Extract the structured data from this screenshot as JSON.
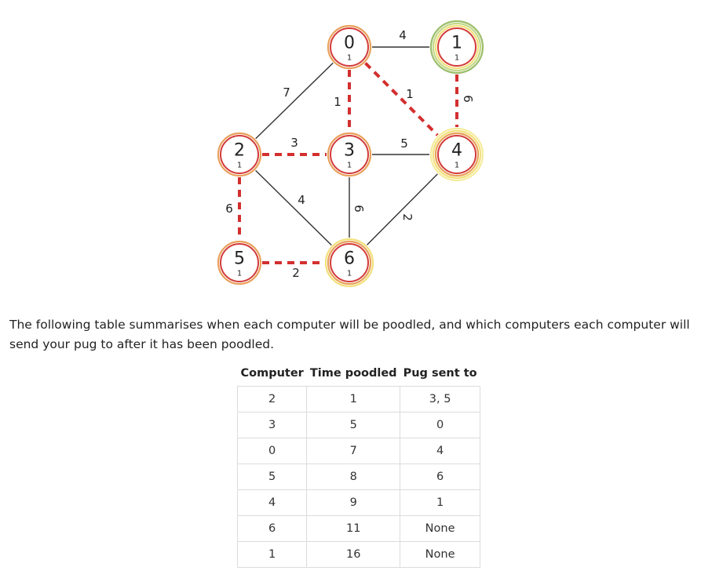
{
  "graph": {
    "nodes": [
      {
        "id": "0",
        "sub": "1",
        "rings": [
          "#d33a3a",
          "#e8a05a"
        ]
      },
      {
        "id": "1",
        "sub": "1",
        "rings": [
          "#d33a3a",
          "#f2e07c",
          "#c3d98a",
          "#9cbe6b"
        ]
      },
      {
        "id": "2",
        "sub": "1",
        "rings": [
          "#d33a3a",
          "#e8a05a"
        ]
      },
      {
        "id": "3",
        "sub": "1",
        "rings": [
          "#d33a3a",
          "#e8a05a"
        ]
      },
      {
        "id": "4",
        "sub": "1",
        "rings": [
          "#d33a3a",
          "#e8a05a",
          "#f2e07c",
          "#f5ec9e"
        ]
      },
      {
        "id": "5",
        "sub": "1",
        "rings": [
          "#d33a3a",
          "#e8a05a"
        ]
      },
      {
        "id": "6",
        "sub": "1",
        "rings": [
          "#d33a3a",
          "#e8a05a",
          "#f2e07c"
        ]
      }
    ],
    "edges": [
      {
        "from": "0",
        "to": "1",
        "weight": "4",
        "highlighted": false
      },
      {
        "from": "0",
        "to": "2",
        "weight": "7",
        "highlighted": false
      },
      {
        "from": "0",
        "to": "3",
        "weight": "1",
        "highlighted": true
      },
      {
        "from": "0",
        "to": "4",
        "weight": "1",
        "highlighted": true
      },
      {
        "from": "1",
        "to": "4",
        "weight": "6",
        "highlighted": true
      },
      {
        "from": "2",
        "to": "3",
        "weight": "3",
        "highlighted": true
      },
      {
        "from": "2",
        "to": "5",
        "weight": "6",
        "highlighted": true
      },
      {
        "from": "2",
        "to": "6",
        "weight": "4",
        "highlighted": false
      },
      {
        "from": "3",
        "to": "4",
        "weight": "5",
        "highlighted": false
      },
      {
        "from": "3",
        "to": "6",
        "weight": "6",
        "highlighted": false
      },
      {
        "from": "4",
        "to": "6",
        "weight": "2",
        "highlighted": false
      },
      {
        "from": "5",
        "to": "6",
        "weight": "2",
        "highlighted": true
      }
    ],
    "colors": {
      "normal_edge": "#333333",
      "highlight_edge": "#d32f2f",
      "node_fill": "#ffffff",
      "text": "#222222"
    }
  },
  "description": "The following table summarises when each computer will be poodled, and which computers each computer will send your pug to after it has been poodled.",
  "table": {
    "headers": [
      "Computer",
      "Time poodled",
      "Pug sent to"
    ],
    "rows": [
      [
        "2",
        "1",
        "3, 5"
      ],
      [
        "3",
        "5",
        "0"
      ],
      [
        "0",
        "7",
        "4"
      ],
      [
        "5",
        "8",
        "6"
      ],
      [
        "4",
        "9",
        "1"
      ],
      [
        "6",
        "11",
        "None"
      ],
      [
        "1",
        "16",
        "None"
      ]
    ]
  }
}
